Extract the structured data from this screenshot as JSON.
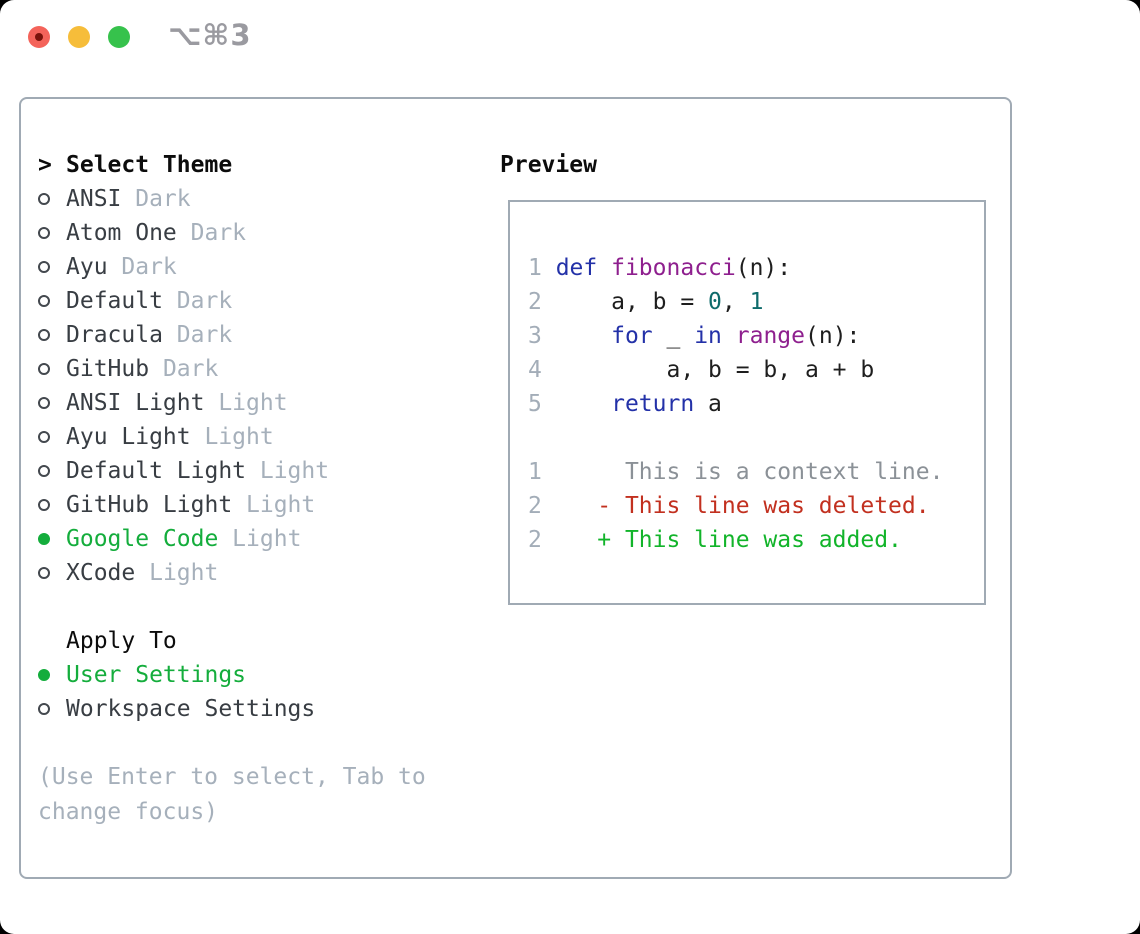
{
  "window": {
    "title": "⌥⌘3"
  },
  "colors": {
    "red_light": "#f4635a",
    "red_dot": "#7a130b",
    "yellow_light": "#f6bd3a",
    "green_light": "#36c24c",
    "title_gray": "#9a9aa0",
    "border": "#a0aab4",
    "ink": "#0c0c0c",
    "label": "#383d43",
    "circle": "#43484e",
    "muted": "#a6b0bb",
    "green": "#14ad3c",
    "ln": "#a3adb8",
    "kw": "#2331a8",
    "fn": "#8e1f8e",
    "num": "#0e6b6b",
    "pl": "#1e1e1e",
    "ctx": "#8b9197",
    "del": "#c2301f",
    "add": "#12b42a"
  },
  "theme_selector": {
    "header": "Select Theme",
    "caret": ">",
    "items": [
      {
        "name": "ANSI",
        "variant": "Dark",
        "selected": false
      },
      {
        "name": "Atom One",
        "variant": "Dark",
        "selected": false
      },
      {
        "name": "Ayu",
        "variant": "Dark",
        "selected": false
      },
      {
        "name": "Default",
        "variant": "Dark",
        "selected": false
      },
      {
        "name": "Dracula",
        "variant": "Dark",
        "selected": false
      },
      {
        "name": "GitHub",
        "variant": "Dark",
        "selected": false
      },
      {
        "name": "ANSI Light",
        "variant": "Light",
        "selected": false
      },
      {
        "name": "Ayu Light",
        "variant": "Light",
        "selected": false
      },
      {
        "name": "Default Light",
        "variant": "Light",
        "selected": false
      },
      {
        "name": "GitHub Light",
        "variant": "Light",
        "selected": false
      },
      {
        "name": "Google Code",
        "variant": "Light",
        "selected": true
      },
      {
        "name": "XCode",
        "variant": "Light",
        "selected": false
      }
    ]
  },
  "apply_to": {
    "header": "Apply To",
    "options": [
      {
        "label": "User Settings",
        "selected": true
      },
      {
        "label": "Workspace Settings",
        "selected": false
      }
    ]
  },
  "hint": "(Use Enter to select, Tab to change focus)",
  "preview": {
    "header": "Preview",
    "code_lines": [
      [
        {
          "t": "1 ",
          "c": "ln"
        },
        {
          "t": "def",
          "c": "kw"
        },
        {
          "t": " ",
          "c": "pl"
        },
        {
          "t": "fibonacci",
          "c": "fn"
        },
        {
          "t": "(n):",
          "c": "pl"
        }
      ],
      [
        {
          "t": "2",
          "c": "ln"
        },
        {
          "t": "     a, b = ",
          "c": "pl"
        },
        {
          "t": "0",
          "c": "num"
        },
        {
          "t": ", ",
          "c": "pl"
        },
        {
          "t": "1",
          "c": "num"
        }
      ],
      [
        {
          "t": "3",
          "c": "ln"
        },
        {
          "t": "     ",
          "c": "pl"
        },
        {
          "t": "for",
          "c": "kw"
        },
        {
          "t": " _ ",
          "c": "pl"
        },
        {
          "t": "in",
          "c": "kw"
        },
        {
          "t": " ",
          "c": "pl"
        },
        {
          "t": "range",
          "c": "fn"
        },
        {
          "t": "(n):",
          "c": "pl"
        }
      ],
      [
        {
          "t": "4",
          "c": "ln"
        },
        {
          "t": "         a, b = b, a + b",
          "c": "pl"
        }
      ],
      [
        {
          "t": "5",
          "c": "ln"
        },
        {
          "t": "     ",
          "c": "pl"
        },
        {
          "t": "return",
          "c": "kw"
        },
        {
          "t": " a",
          "c": "pl"
        }
      ],
      [],
      [
        {
          "t": "1",
          "c": "ln"
        },
        {
          "t": "      This is a context line.",
          "c": "ctx"
        }
      ],
      [
        {
          "t": "2",
          "c": "ln"
        },
        {
          "t": "    ",
          "c": "pl"
        },
        {
          "t": "- This line was deleted.",
          "c": "del"
        }
      ],
      [
        {
          "t": "2",
          "c": "ln"
        },
        {
          "t": "    ",
          "c": "pl"
        },
        {
          "t": "+ This line was added.",
          "c": "add"
        }
      ]
    ]
  }
}
